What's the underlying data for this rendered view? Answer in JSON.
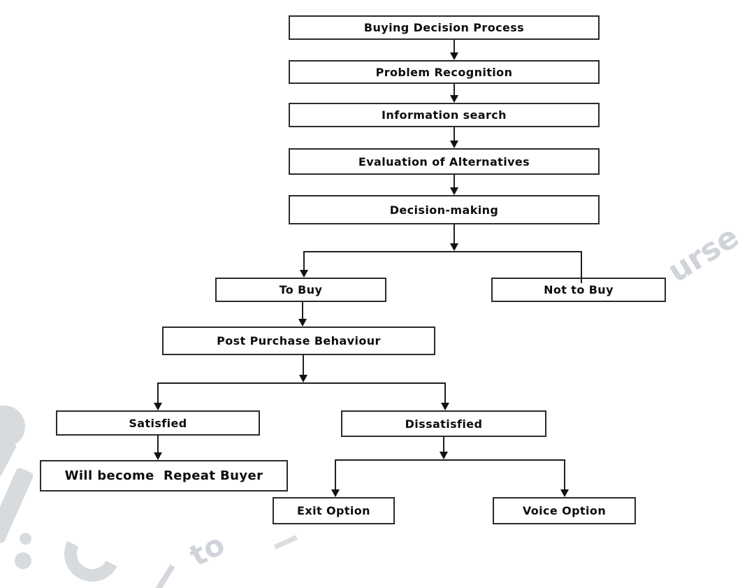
{
  "nodes": {
    "buying_decision_process": {
      "label": "Buying Decision Process"
    },
    "problem_recognition": {
      "label": "Problem Recognition"
    },
    "information_search": {
      "label": "Information search"
    },
    "evaluation_of_alternatives": {
      "label": "Evaluation of Alternatives"
    },
    "decision_making": {
      "label": "Decision-making"
    },
    "to_buy": {
      "label": "To Buy"
    },
    "not_to_buy": {
      "label": "Not to Buy"
    },
    "post_purchase_behaviour": {
      "label": "Post Purchase Behaviour"
    },
    "satisfied": {
      "label": "Satisfied"
    },
    "dissatisfied": {
      "label": "Dissatisfied"
    },
    "will_become_repeat_buyer": {
      "label": "Will become  Repeat Buyer"
    },
    "exit_option": {
      "label": "Exit Option"
    },
    "voice_option": {
      "label": "Voice Option"
    }
  },
  "watermark": {
    "right_fragment": "urse",
    "bottom_fragment": "to"
  },
  "colors": {
    "line": "#1f1f1f",
    "box_border": "#2b2b2b",
    "text": "#0d0d0d",
    "watermark": "#d0d4da"
  }
}
